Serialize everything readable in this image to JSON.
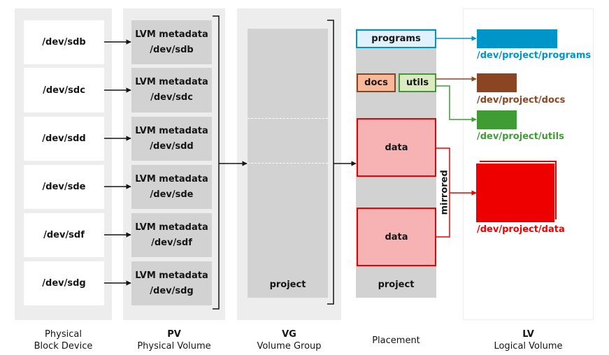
{
  "physical": {
    "devices": [
      "/dev/sdb",
      "/dev/sdc",
      "/dev/sdd",
      "/dev/sde",
      "/dev/sdf",
      "/dev/sdg"
    ],
    "label_line1": "Physical",
    "label_line2": "Block Device"
  },
  "pv": {
    "metadata_label": "LVM metadata",
    "devices": [
      "/dev/sdb",
      "/dev/sdc",
      "/dev/sdd",
      "/dev/sde",
      "/dev/sdf",
      "/dev/sdg"
    ],
    "label_title": "PV",
    "label_sub": "Physical Volume"
  },
  "vg": {
    "name": "project",
    "label_title": "VG",
    "label_sub": "Volume Group"
  },
  "placement": {
    "programs": "programs",
    "docs": "docs",
    "utils": "utils",
    "data1": "data",
    "data2": "data",
    "mirrored": "mirrored",
    "name": "project",
    "label": "Placement"
  },
  "lv": {
    "programs": "/dev/project/programs",
    "docs": "/dev/project/docs",
    "utils": "/dev/project/utils",
    "data": "/dev/project/data",
    "label_title": "LV",
    "label_sub": "Logical Volume"
  },
  "colors": {
    "programs": "#0095c8",
    "docs": "#8c4523",
    "utils": "#3f9c35",
    "data": "#ee0000"
  }
}
